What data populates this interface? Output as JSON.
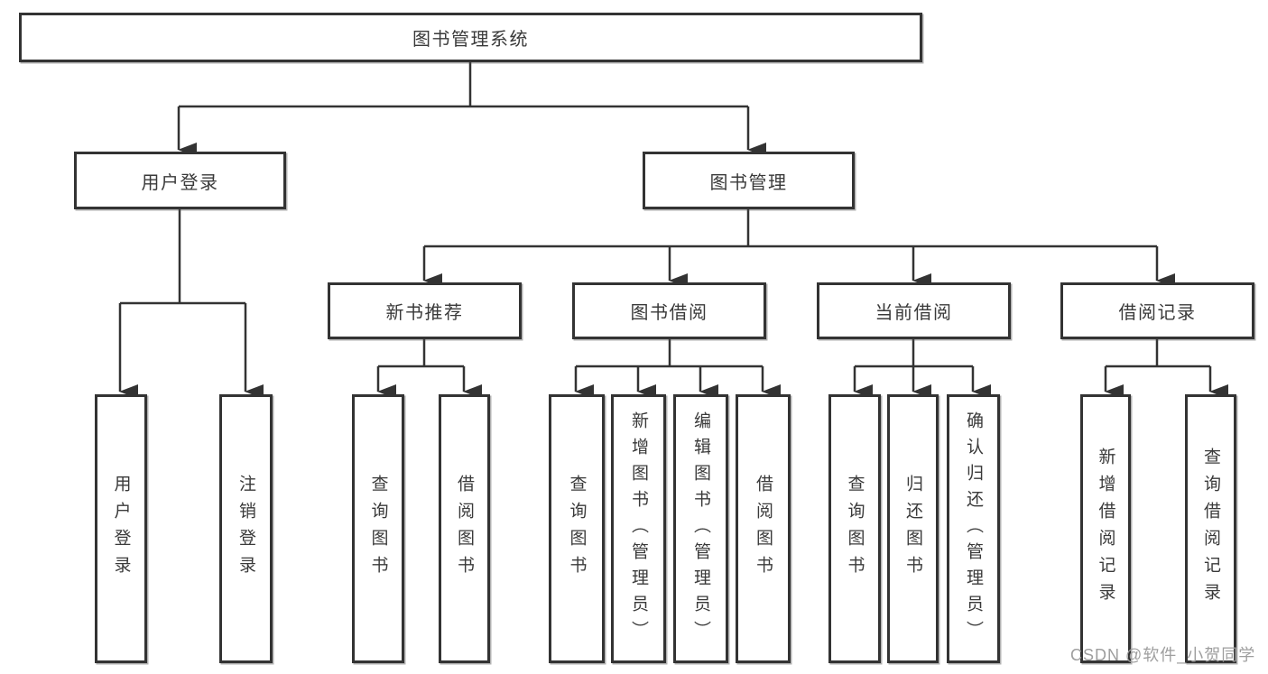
{
  "diagram": {
    "type": "hierarchy-tree",
    "root": {
      "label": "图书管理系统"
    },
    "level2": [
      {
        "label": "用户登录"
      },
      {
        "label": "图书管理"
      }
    ],
    "level3": [
      {
        "label": "新书推荐"
      },
      {
        "label": "图书借阅"
      },
      {
        "label": "当前借阅"
      },
      {
        "label": "借阅记录"
      }
    ],
    "leaves_login": [
      {
        "label": "用户登录"
      },
      {
        "label": "注销登录"
      }
    ],
    "leaves_newbook": [
      {
        "label": "查询图书"
      },
      {
        "label": "借阅图书"
      }
    ],
    "leaves_borrow": [
      {
        "label": "查询图书"
      },
      {
        "label": "新增图书（管理员）"
      },
      {
        "label": "编辑图书（管理员）"
      },
      {
        "label": "借阅图书"
      }
    ],
    "leaves_current": [
      {
        "label": "查询图书"
      },
      {
        "label": "归还图书"
      },
      {
        "label": "确认归还（管理员）"
      }
    ],
    "leaves_records": [
      {
        "label": "新增借阅记录"
      },
      {
        "label": "查询借阅记录"
      }
    ],
    "edges": [
      "图书管理系统→用户登录",
      "图书管理系统→图书管理",
      "用户登录→用户登录",
      "用户登录→注销登录",
      "图书管理→新书推荐",
      "图书管理→图书借阅",
      "图书管理→当前借阅",
      "图书管理→借阅记录",
      "新书推荐→查询图书",
      "新书推荐→借阅图书",
      "图书借阅→查询图书",
      "图书借阅→新增图书（管理员）",
      "图书借阅→编辑图书（管理员）",
      "图书借阅→借阅图书",
      "当前借阅→查询图书",
      "当前借阅→归还图书",
      "当前借阅→确认归还（管理员）",
      "借阅记录→新增借阅记录",
      "借阅记录→查询借阅记录"
    ]
  },
  "watermark": {
    "text": "CSDN @软件_小贺同学"
  },
  "colors": {
    "background": "#ffffff",
    "line": "#333333",
    "box_border": "#333333",
    "text": "#3a3a3a",
    "watermark": "#9e9e9e"
  }
}
